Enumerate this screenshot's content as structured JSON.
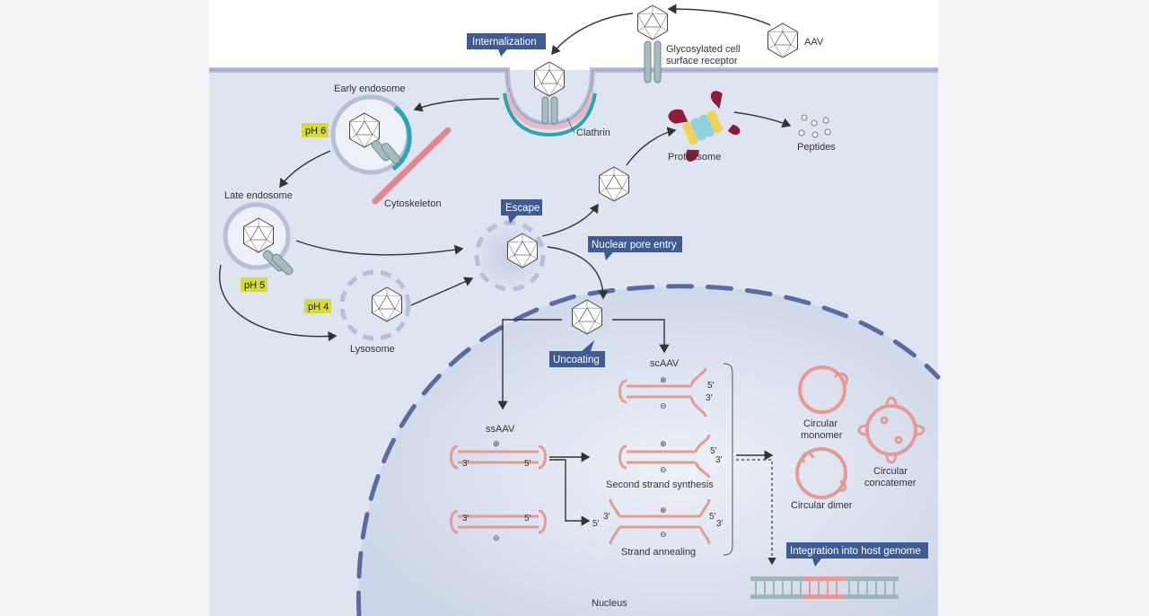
{
  "labels": {
    "aav": "AAV",
    "receptor_line1": "Glycosylated cell",
    "receptor_line2": "surface receptor",
    "early_endosome": "Early endosome",
    "clathrin": "Clathrin",
    "cytoskeleton": "Cytoskeleton",
    "late_endosome": "Late endosome",
    "lysosome": "Lysosome",
    "proteasome": "Proteasome",
    "peptides": "Peptides",
    "ssaav": "ssAAV",
    "scaav": "scAAV",
    "second_strand": "Second strand synthesis",
    "strand_annealing": "Strand annealing",
    "circ_monomer_1": "Circular",
    "circ_monomer_2": "monomer",
    "circ_dimer": "Circular dimer",
    "circ_concat_1": "Circular",
    "circ_concat_2": "concatemer",
    "nucleus": "Nucleus"
  },
  "tags": {
    "internalization": "Internalization",
    "escape": "Escape",
    "nuclear_pore": "Nuclear pore entry",
    "uncoating": "Uncoating",
    "integration": "Integration into host genome"
  },
  "ph": {
    "early": "pH 6",
    "late": "pH 5",
    "lysosome": "pH 4"
  },
  "dna": {
    "plus": "⊕",
    "minus": "⊖",
    "five": "5′",
    "three": "3′"
  },
  "colors": {
    "tag_bg": "#3f5b96",
    "ph_bg": "#d7da3a",
    "dna": "#e49a96",
    "dna_fill": "#f6d6d3",
    "membrane": "#b7bfd8",
    "cytoplasm": "#dfe4f1"
  }
}
